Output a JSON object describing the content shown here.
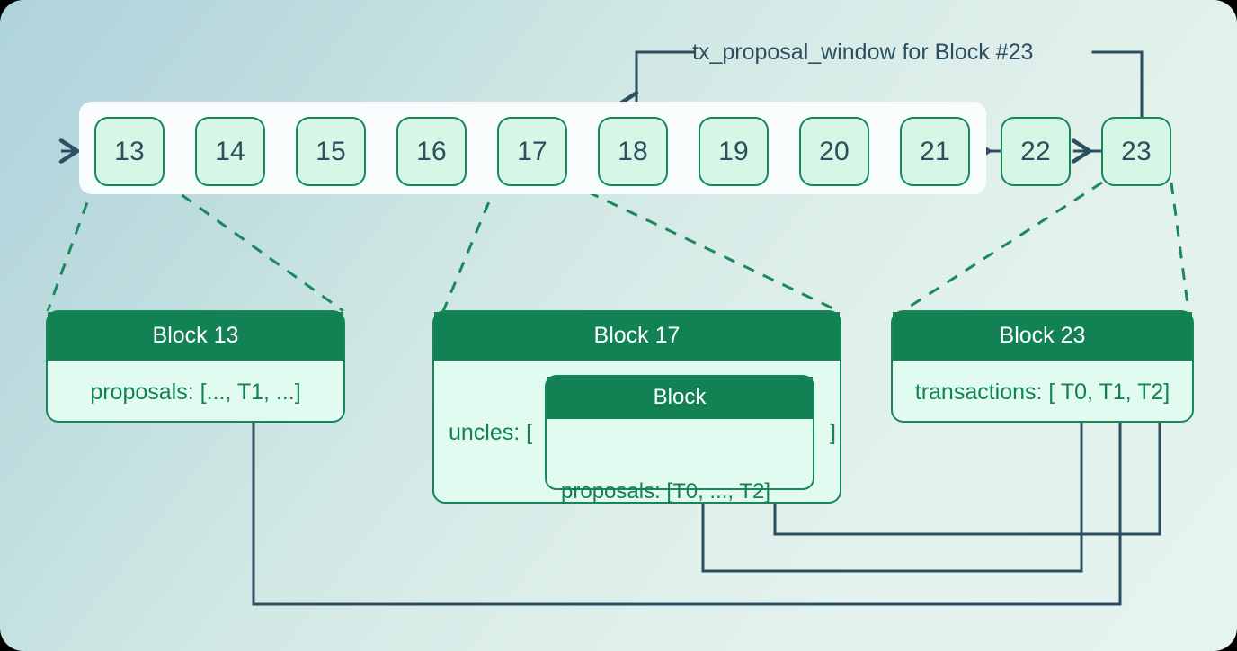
{
  "diagram": {
    "title": "tx_proposal_window for Block #23",
    "colors": {
      "block_fill": "#d7f7e6",
      "block_stroke": "#15875a",
      "card_header_bg": "#128254",
      "card_body_bg": "#e2fbf0",
      "text_green": "#128254",
      "text_dark": "#2b4e60",
      "connector": "#2b4e60",
      "band_bg": "#f8fcfd",
      "bg_from": "#afd3dd",
      "bg_to": "#e5f4ef"
    }
  },
  "chain": {
    "window_label": "tx_proposal_window for Block #23",
    "blocks": [
      {
        "number": "13"
      },
      {
        "number": "14"
      },
      {
        "number": "15"
      },
      {
        "number": "16"
      },
      {
        "number": "17"
      },
      {
        "number": "18"
      },
      {
        "number": "19"
      },
      {
        "number": "20"
      },
      {
        "number": "21"
      },
      {
        "number": "22"
      },
      {
        "number": "23"
      }
    ],
    "window_first_block": "18",
    "window_last_block": "23"
  },
  "cards": {
    "block13": {
      "header": "Block 13",
      "body": "proposals: [..., T1, ...]"
    },
    "block17": {
      "header": "Block 17",
      "body_prefix": "uncles: [",
      "body_suffix": "]",
      "nested": {
        "header": "Block",
        "body": "proposals: [T0, ..., T2]"
      }
    },
    "block23": {
      "header": "Block 23",
      "body": "transactions: [ T0, T1, T2]"
    }
  }
}
